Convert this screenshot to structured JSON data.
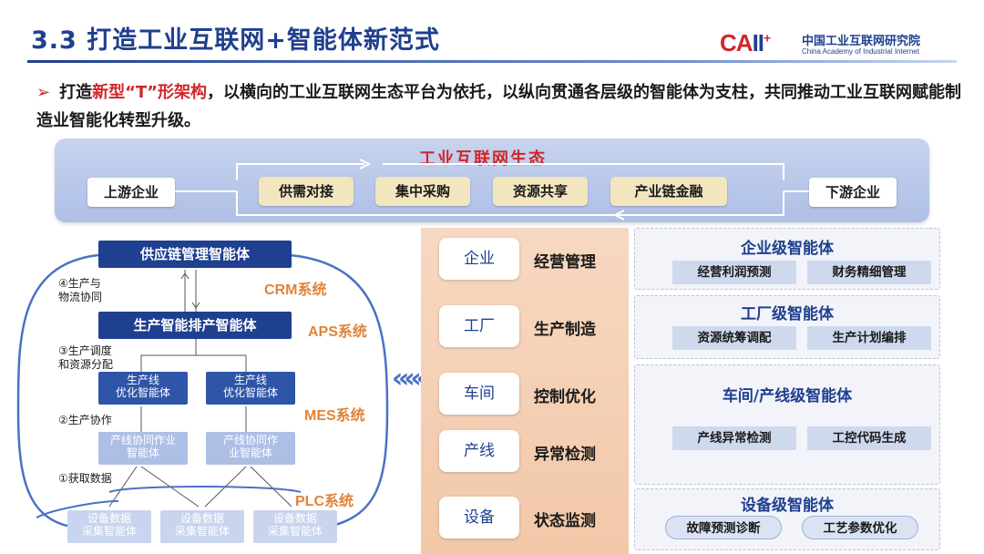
{
  "header": {
    "title": "3.3 打造工业互联网+智能体新范式",
    "logo_mark_a": "CA",
    "logo_mark_b": "II",
    "logo_mark_plus": "+",
    "logo_cn": "中国工业互联网研究院",
    "logo_en": "China Academy of Industrial Internet"
  },
  "bullet": {
    "arrow": "➢",
    "before": "打造",
    "highlight": "新型“T”形架构",
    "after": "，以横向的工业互联网生态平台为依托，以纵向贯通各层级的智能体为支柱，共同推动工业互联网赋能制造业智能化转型升级。"
  },
  "ecosystem": {
    "title": "工业互联网生态",
    "upstream": "上游企业",
    "downstream": "下游企业",
    "items": [
      "供需对接",
      "集中采购",
      "资源共享",
      "产业链金融"
    ]
  },
  "left": {
    "supply_chain": "供应链管理智能体",
    "production": "生产智能排产智能体",
    "line_opt_a": "生产线\n优化智能体",
    "line_opt_b": "生产线\n优化智能体",
    "collab_a": "产线协同作业\n智能体",
    "collab_b": "产线协同作\n业智能体",
    "device_a": "设备数据\n采集智能体",
    "device_b": "设备数据\n采集智能体",
    "device_c": "设备数据\n采集智能体",
    "step4": "④生产与\n物流协同",
    "step3": "③生产调度\n和资源分配",
    "step2": "②生产协作",
    "step1": "①获取数据",
    "sys_crm": "CRM系统",
    "sys_aps": "APS系统",
    "sys_mes": "MES系统",
    "sys_plc": "PLC系统",
    "chevrons": "«««"
  },
  "middle": [
    {
      "level": "企业",
      "label": "经营管理"
    },
    {
      "level": "工厂",
      "label": "生产制造"
    },
    {
      "level": "车间",
      "label": "控制优化"
    },
    {
      "level": "产线",
      "label": "异常检测"
    },
    {
      "level": "设备",
      "label": "状态监测"
    }
  ],
  "right": [
    {
      "title": "企业级智能体",
      "items": [
        "经营利润预测",
        "财务精细管理"
      ]
    },
    {
      "title": "工厂级智能体",
      "items": [
        "资源统筹调配",
        "生产计划编排"
      ]
    },
    {
      "title": "车间/产线级智能体",
      "items": [
        "产线异常检测",
        "工控代码生成"
      ]
    },
    {
      "title": "设备级智能体",
      "items": [
        "故障预测诊断",
        "工艺参数优化"
      ]
    }
  ],
  "colors": {
    "brand_blue": "#1f3f8f",
    "accent_red": "#d0262a",
    "system_orange": "#e0843a",
    "middle_bg": "#f2c8a8"
  }
}
